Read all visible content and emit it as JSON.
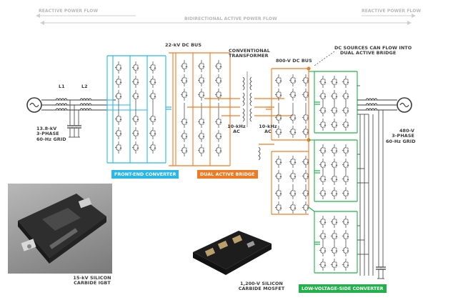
{
  "header": {
    "reactive_left": "REACTIVE POWER FLOW",
    "bidirectional": "BIDIRECTIONAL ACTIVE POWER FLOW",
    "reactive_right": "REACTIVE POWER FLOW"
  },
  "labels": {
    "l1": "L1",
    "l2": "L2",
    "grid_left": [
      "13.8-kV",
      "3-PHASE",
      "60-Hz GRID"
    ],
    "dc_bus_22kv": "22-kV DC BUS",
    "transformer": [
      "CONVENTIONAL",
      "TRANSFORMER"
    ],
    "ac_10khz_left": [
      "10-kHz",
      "AC"
    ],
    "ac_10khz_right": [
      "10-kHz",
      "AC"
    ],
    "dc_bus_800v": "800-V DC BUS",
    "dc_sources": [
      "DC SOURCES CAN FLOW INTO",
      "DUAL ACTIVE BRIDGE"
    ],
    "grid_right": [
      "480-V",
      "3-PHASE",
      "60-Hz GRID"
    ]
  },
  "sections": {
    "front_end": "FRONT-END CONVERTER",
    "dab": "DUAL ACTIVE BRIDGE",
    "low_voltage": "LOW-VOLTAGE-SIDE CONVERTER"
  },
  "photos": {
    "igbt_caption": [
      "15-kV SILICON",
      "CARBIDE IGBT"
    ],
    "mosfet_caption": [
      "1,200-V SILICON",
      "CARBIDE MOSFET"
    ]
  },
  "colors": {
    "front_end": "#29b6e8",
    "dab": "#f07a22",
    "low_voltage": "#22b04a",
    "wire": "#3a3a3a",
    "header_text": "#bdbdbd"
  }
}
